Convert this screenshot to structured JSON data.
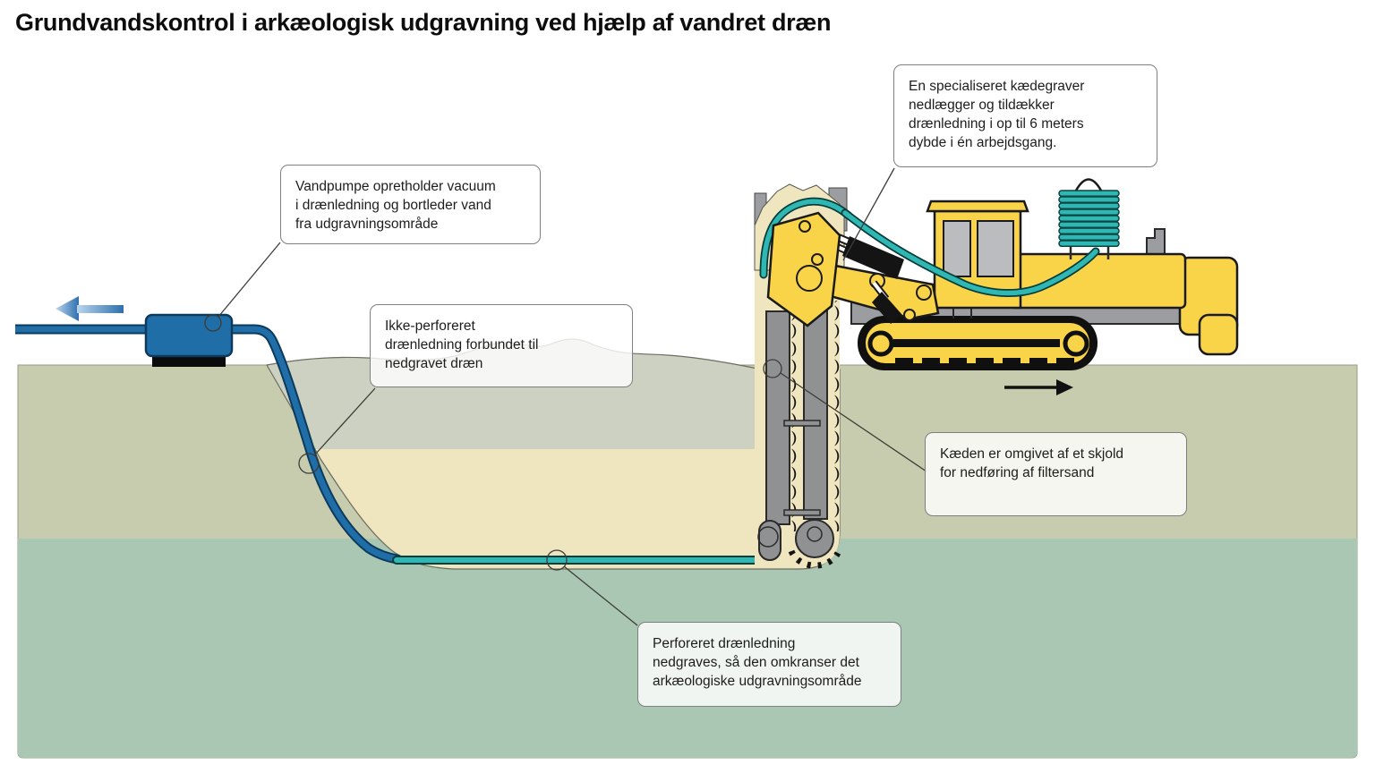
{
  "title": "Grundvandskontrol i arkæologisk udgravning ved hjælp af vandret dræn",
  "callouts": {
    "trencher": "En specialiseret kædegraver\nnedlægger og tildækker\ndrænledning i op til 6 meters\ndybde i én arbejdsgang.",
    "pump": "Vandpumpe opretholder vacuum\ni drænledning og bortleder vand\nfra udgravningsområde",
    "solid_pipe": "Ikke-perforeret\ndrænledning forbundet til\nnedgravet dræn",
    "shield": "Kæden er omgivet af et skjold\nfor nedføring af filtersand",
    "perforated_pipe": "Perforeret drænledning\nnedgraves, så den omkranser det\narkæologiske udgravningsområde"
  },
  "arrows": {
    "water_flow_direction": "left",
    "machine_travel_direction": "right"
  },
  "colors": {
    "ground_upper_layer": "#c8ccae",
    "ground_lower_layer": "#a9c7b3",
    "excavated_zone": "#cdd1c1",
    "drained_sand": "#efe5bf",
    "pipe_blue": "#1f6ea8",
    "pipe_blue_outline": "#0d3a5c",
    "drain_teal": "#2fb8b3",
    "drain_teal_outline": "#083c3b",
    "machine_yellow": "#f9d348",
    "machine_gray": "#9b9da0",
    "shield_gray": "#8f9193",
    "outline_black": "#1a1a1a",
    "callout_border": "#7d7f82"
  }
}
